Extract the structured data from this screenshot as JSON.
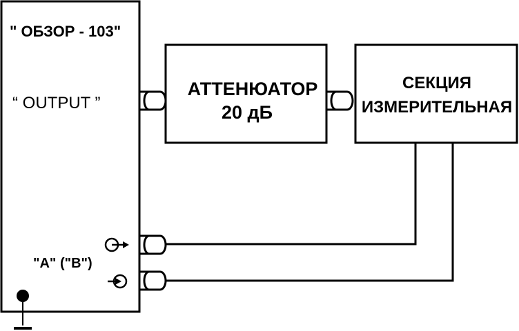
{
  "device": {
    "title": "\" ОБЗОР - 103\"",
    "output_label": "“ OUTPUT ”",
    "ports_label": "\"A\" (\"B\")"
  },
  "attenuator": {
    "line1": "АТТЕНЮАТОР",
    "line2": "20 дБ"
  },
  "measurement_section": {
    "line1": "СЕКЦИЯ",
    "line2": "ИЗМЕРИТЕЛЬНАЯ"
  },
  "colors": {
    "stroke": "#000000",
    "background": "#ffffff"
  }
}
